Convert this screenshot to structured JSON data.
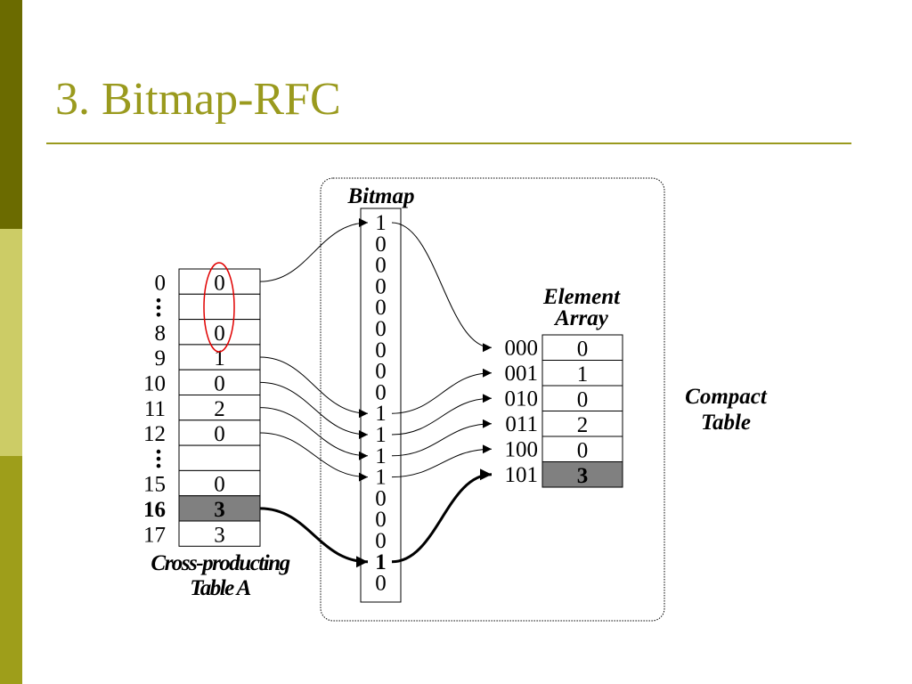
{
  "slide": {
    "title": "3. Bitmap-RFC",
    "colors": {
      "title": "#9a9a1e",
      "bar_top": "#6b6b00",
      "bar_mid": "#cccc66",
      "bar_bottom": "#9e9e1a",
      "highlight": "#808080",
      "circle": "#e00000"
    }
  },
  "diagram": {
    "labels": {
      "bitmap": "Bitmap",
      "element_array": [
        "Element",
        "Array"
      ],
      "compact_table": [
        "Compact",
        "Table"
      ],
      "cross_table": [
        "Cross-producting",
        "Table A"
      ]
    },
    "table_a": {
      "rows": [
        {
          "index": "0",
          "value": "0"
        },
        {
          "index": "",
          "value": ""
        },
        {
          "index": "8",
          "value": "0"
        },
        {
          "index": "9",
          "value": "1"
        },
        {
          "index": "10",
          "value": "0"
        },
        {
          "index": "11",
          "value": "2"
        },
        {
          "index": "12",
          "value": "0"
        },
        {
          "index": "",
          "value": ""
        },
        {
          "index": "15",
          "value": "0"
        },
        {
          "index": "16",
          "value": "3",
          "highlight": true
        },
        {
          "index": "17",
          "value": "3"
        }
      ]
    },
    "bitmap": {
      "bits": [
        "1",
        "0",
        "0",
        "0",
        "0",
        "0",
        "0",
        "0",
        "0",
        "1",
        "1",
        "1",
        "1",
        "0",
        "0",
        "0",
        "1",
        "0"
      ],
      "bold_index": 16
    },
    "element_array": {
      "rows": [
        {
          "address": "000",
          "value": "0"
        },
        {
          "address": "001",
          "value": "1"
        },
        {
          "address": "010",
          "value": "0"
        },
        {
          "address": "011",
          "value": "2"
        },
        {
          "address": "100",
          "value": "0"
        },
        {
          "address": "101",
          "value": "3",
          "highlight": true
        }
      ]
    }
  }
}
